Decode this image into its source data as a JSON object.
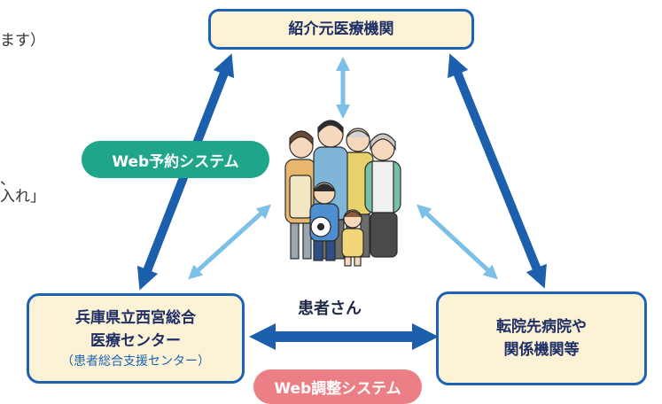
{
  "left_text_fragments": [
    "ます）",
    "、",
    "入れ」"
  ],
  "nodes": {
    "top": {
      "label": "紹介元医療機関"
    },
    "left": {
      "line1": "兵庫県立西宮総合",
      "line2": "医療センター",
      "sub": "（患者総合支援センター）"
    },
    "right": {
      "line1": "転院先病院や",
      "line2": "関係機関等"
    }
  },
  "center": {
    "label": "患者さん"
  },
  "pills": {
    "web_reservation": {
      "label": "Web予約システム",
      "color": "#1fa58a"
    },
    "web_adjustment": {
      "label": "Web調整システム",
      "color": "#ec7f86"
    }
  },
  "colors": {
    "dark_arrow": "#1c5fad",
    "light_arrow": "#7cc0e8",
    "node_fill": "#fcf2d6"
  }
}
